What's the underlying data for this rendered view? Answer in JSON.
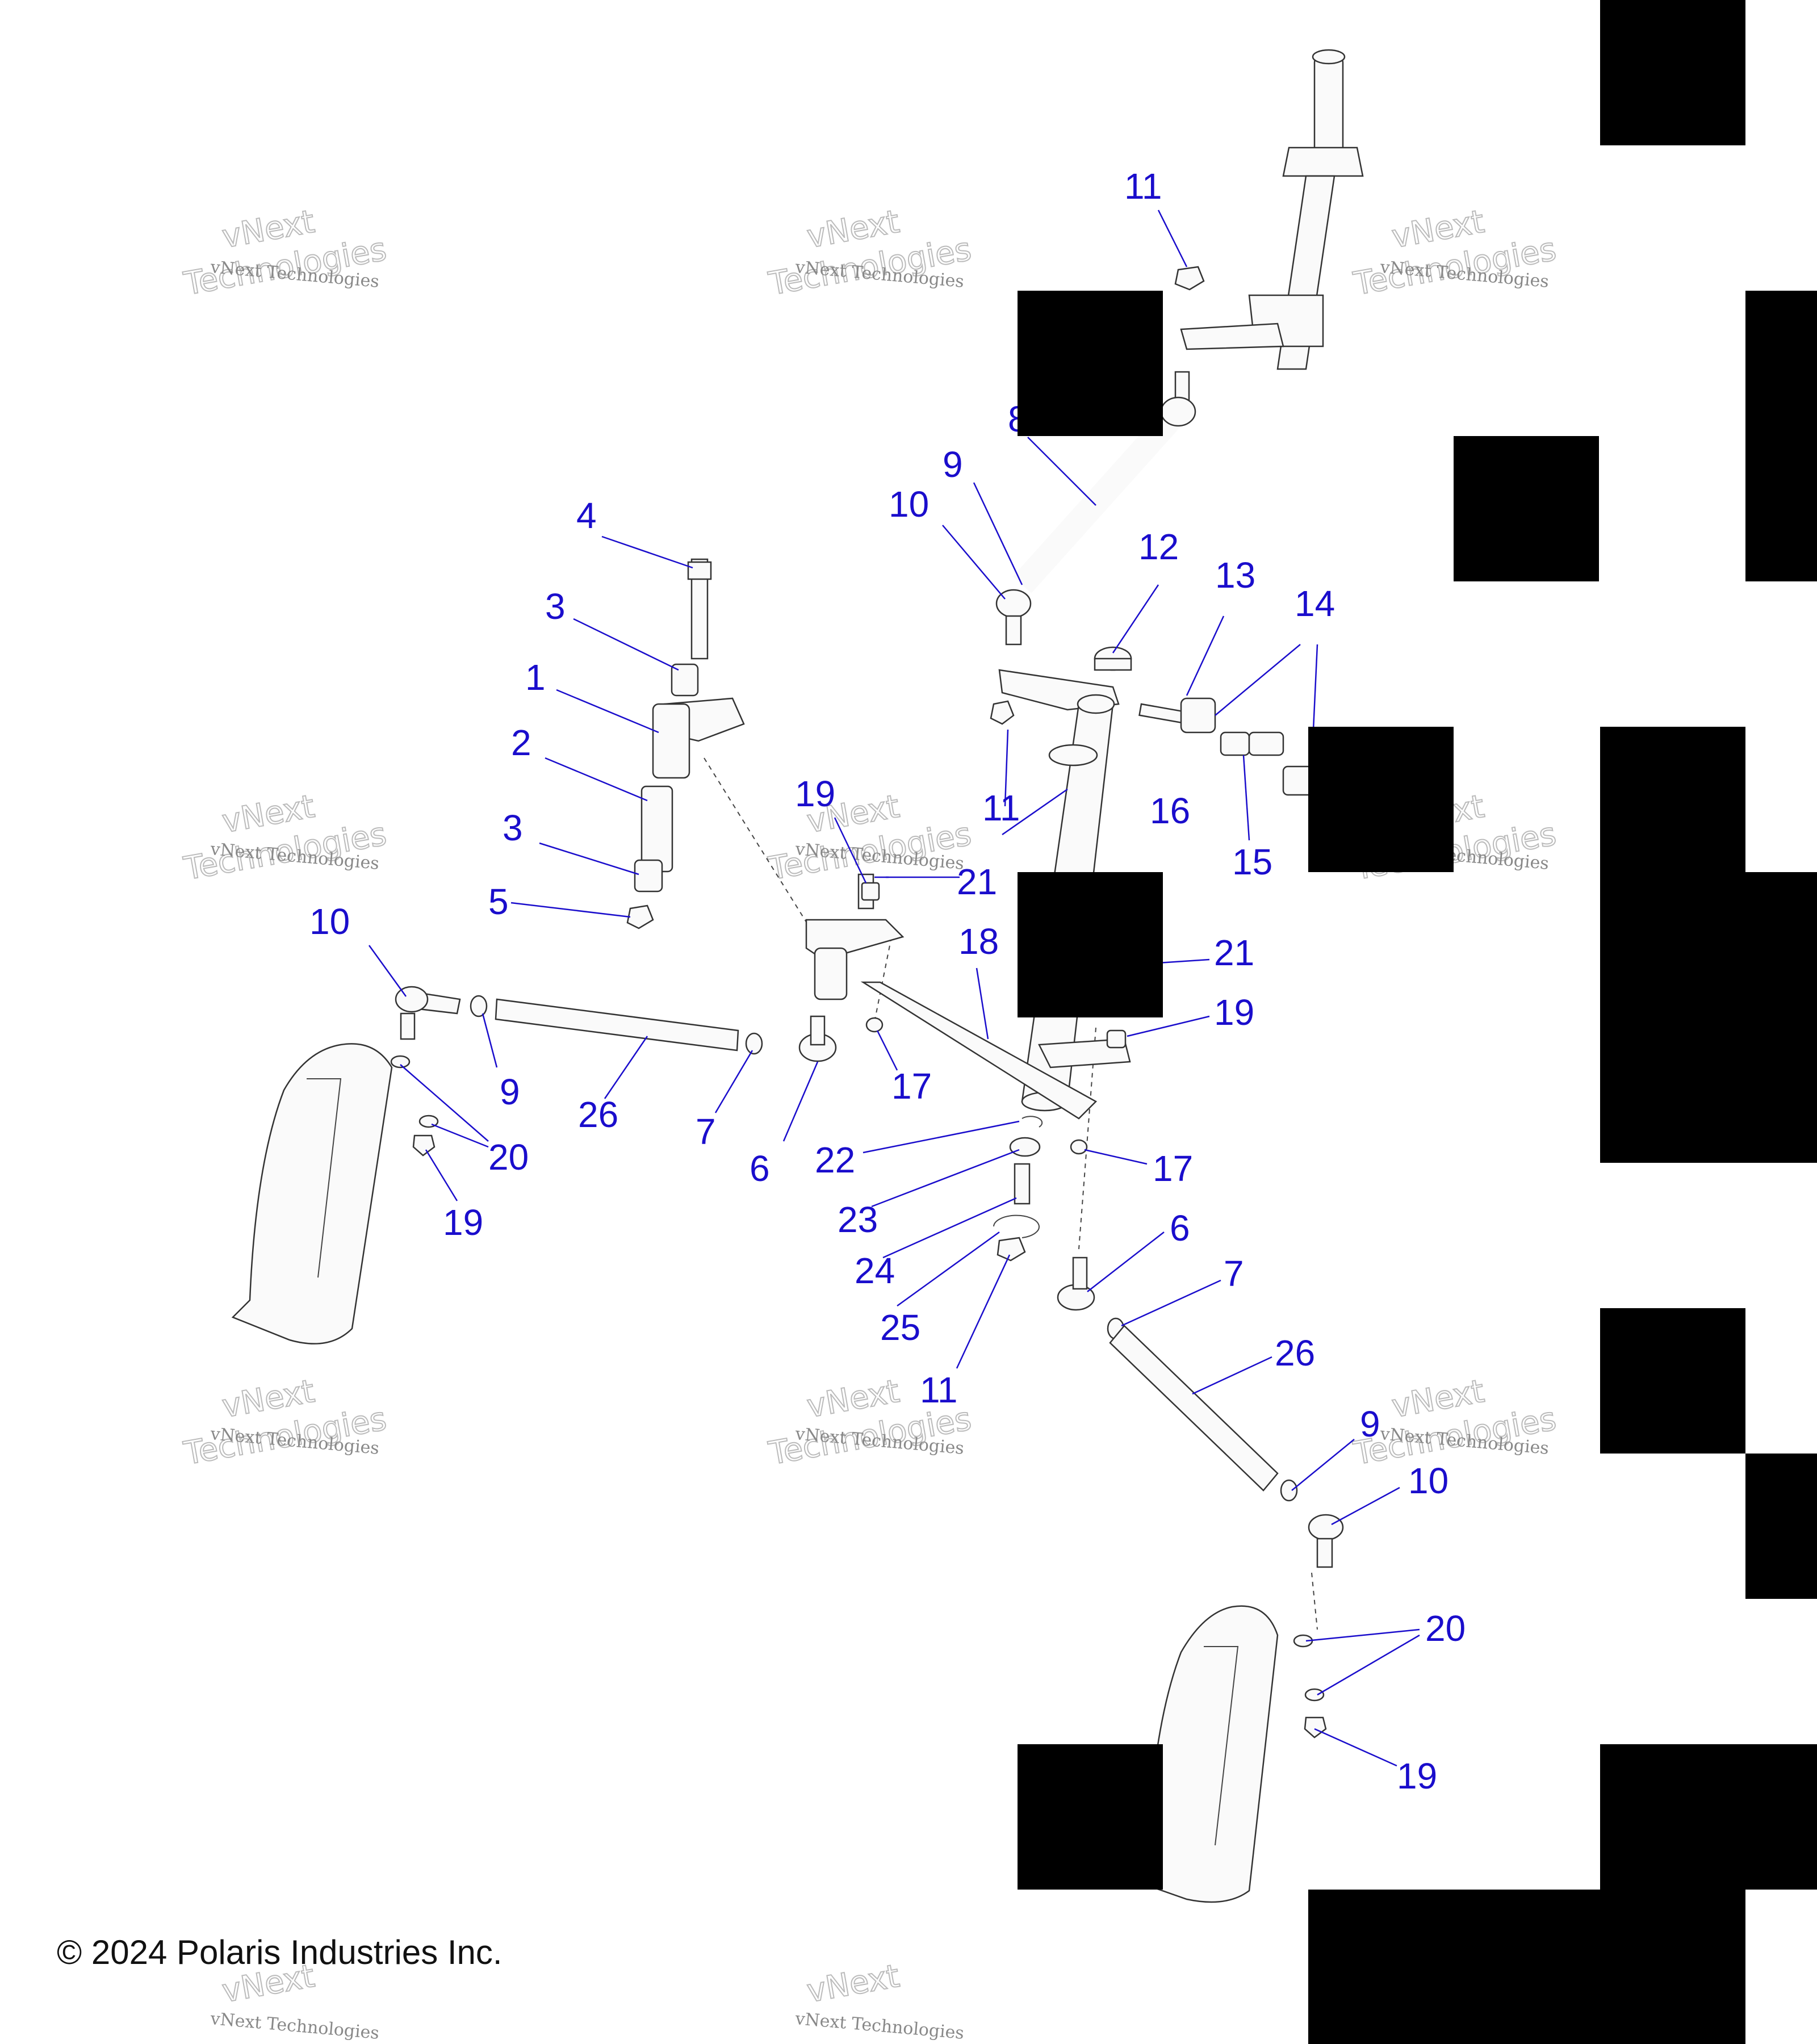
{
  "copyright": "© 2024 Polaris Industries Inc.",
  "watermark": {
    "line1": "vNext",
    "line2": "Technologies",
    "small": "vNext Technologies"
  },
  "callouts": [
    "11",
    "8",
    "9",
    "10",
    "12",
    "13",
    "14",
    "4",
    "3",
    "1",
    "2",
    "3",
    "5",
    "19",
    "21",
    "16",
    "11",
    "15",
    "18",
    "21",
    "19",
    "10",
    "9",
    "26",
    "7",
    "6",
    "17",
    "20",
    "19",
    "22",
    "23",
    "24",
    "25",
    "11",
    "17",
    "6",
    "7",
    "26",
    "9",
    "10",
    "20",
    "19"
  ],
  "colors": {
    "callout": "#1a0dcc",
    "line": "#333333",
    "redaction": "#000000"
  }
}
